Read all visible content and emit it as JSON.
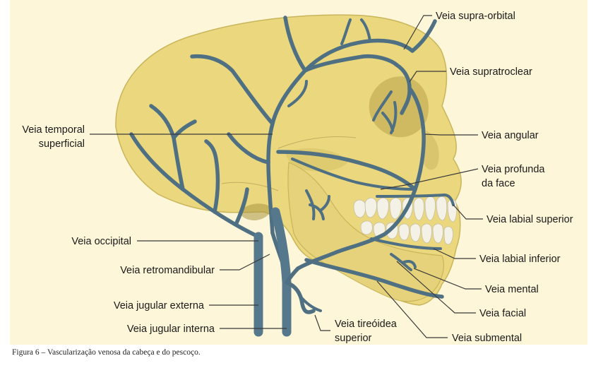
{
  "figure": {
    "caption": "Figura 6 – Vascularização venosa da cabeça e do pescoço.",
    "colors": {
      "background": "#fdf6d8",
      "skull": "#ead77e",
      "skull_shadow": "#c9b55a",
      "vein": "#4f6f83",
      "teeth": "#f4f1e6"
    },
    "labels": {
      "supra_orbital": "Veia supra-orbital",
      "supratroclear": "Veia supratroclear",
      "angular": "Veia angular",
      "profunda_face_1": "Veia profunda",
      "profunda_face_2": "da face",
      "labial_superior": "Veia labial superior",
      "labial_inferior": "Veia labial inferior",
      "mental": "Veia mental",
      "facial": "Veia facial",
      "submental": "Veia submental",
      "tireoidea_1": "Veia tireóidea",
      "tireoidea_2": "superior",
      "temporal_1": "Veia temporal",
      "temporal_2": "superficial",
      "occipital": "Veia occipital",
      "retromandibular": "Veia retromandibular",
      "jugular_externa": "Veia jugular externa",
      "jugular_interna": "Veia jugular interna"
    }
  }
}
